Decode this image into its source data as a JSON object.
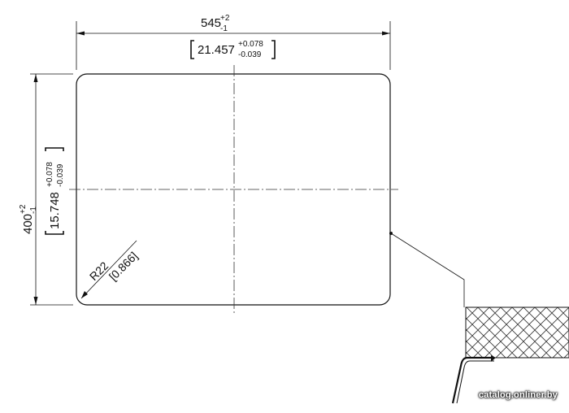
{
  "width_dimension": {
    "nominal": "545",
    "tol_upper": "+2",
    "tol_lower": "-1",
    "inch_nominal": "21.457",
    "inch_tol_upper": "+0.078",
    "inch_tol_lower": "-0.039"
  },
  "height_dimension": {
    "nominal": "400",
    "tol_upper": "+2",
    "tol_lower": "-1",
    "inch_nominal": "15.748",
    "inch_tol_upper": "+0.078",
    "inch_tol_lower": "-0.039"
  },
  "corner_radius": {
    "label": "R22",
    "inch_label": "[0.866]"
  },
  "watermark": "catalog.onliner.by",
  "colors": {
    "line": "#111111",
    "hatch": "#333333",
    "background": "#ffffff"
  }
}
